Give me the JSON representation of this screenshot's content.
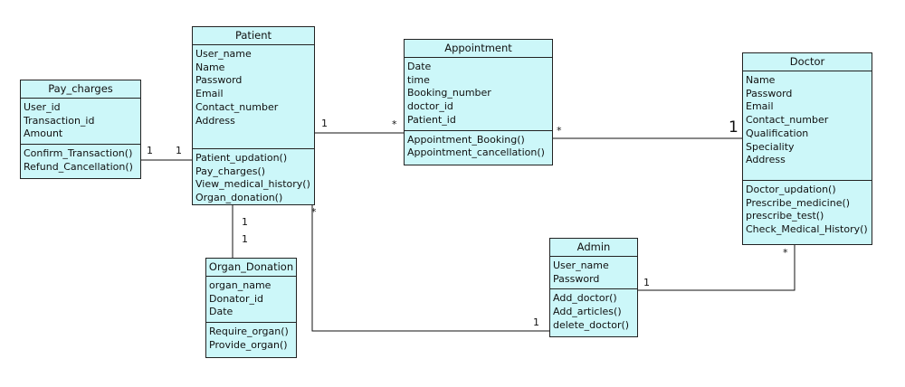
{
  "classes": {
    "patient": {
      "name": "Patient",
      "attributes": [
        "User_name",
        "Name",
        "Password",
        "Email",
        "Contact_number",
        "Address"
      ],
      "operations": [
        "Patient_updation()",
        "Pay_charges()",
        "View_medical_history()",
        "Organ_donation()"
      ]
    },
    "pay_charges": {
      "name": "Pay_charges",
      "attributes": [
        "User_id",
        "Transaction_id",
        "Amount"
      ],
      "operations": [
        "Confirm_Transaction()",
        "Refund_Cancellation()"
      ]
    },
    "appointment": {
      "name": "Appointment",
      "attributes": [
        "Date",
        "time",
        "Booking_number",
        "doctor_id",
        "Patient_id"
      ],
      "operations": [
        "Appointment_Booking()",
        "Appointment_cancellation()"
      ]
    },
    "doctor": {
      "name": "Doctor",
      "attributes": [
        "Name",
        "Password",
        "Email",
        "Contact_number",
        "Qualification",
        "Speciality",
        "Address"
      ],
      "operations": [
        "Doctor_updation()",
        "Prescribe_medicine()",
        "prescribe_test()",
        "Check_Medical_History()"
      ]
    },
    "organ_donation": {
      "name": "Organ_Donation",
      "attributes": [
        "organ_name",
        "Donator_id",
        "Date"
      ],
      "operations": [
        "Require_organ()",
        "Provide_organ()"
      ]
    },
    "admin": {
      "name": "Admin",
      "attributes": [
        "User_name",
        "Password"
      ],
      "operations": [
        "Add_doctor()",
        "Add_articles()",
        "delete_doctor()"
      ]
    }
  },
  "multiplicities": {
    "paycharges_to_patient_left": "1",
    "paycharges_to_patient_right": "1",
    "patient_to_appointment_left": "1",
    "patient_to_appointment_right": "*",
    "appointment_to_doctor_left": "*",
    "appointment_to_doctor_right": "1",
    "patient_to_organ_top": "1",
    "patient_to_organ_bottom": "1",
    "patient_to_admin_patient": "*",
    "patient_to_admin_admin": "1",
    "admin_to_doctor_admin": "1",
    "admin_to_doctor_doctor": "*"
  }
}
